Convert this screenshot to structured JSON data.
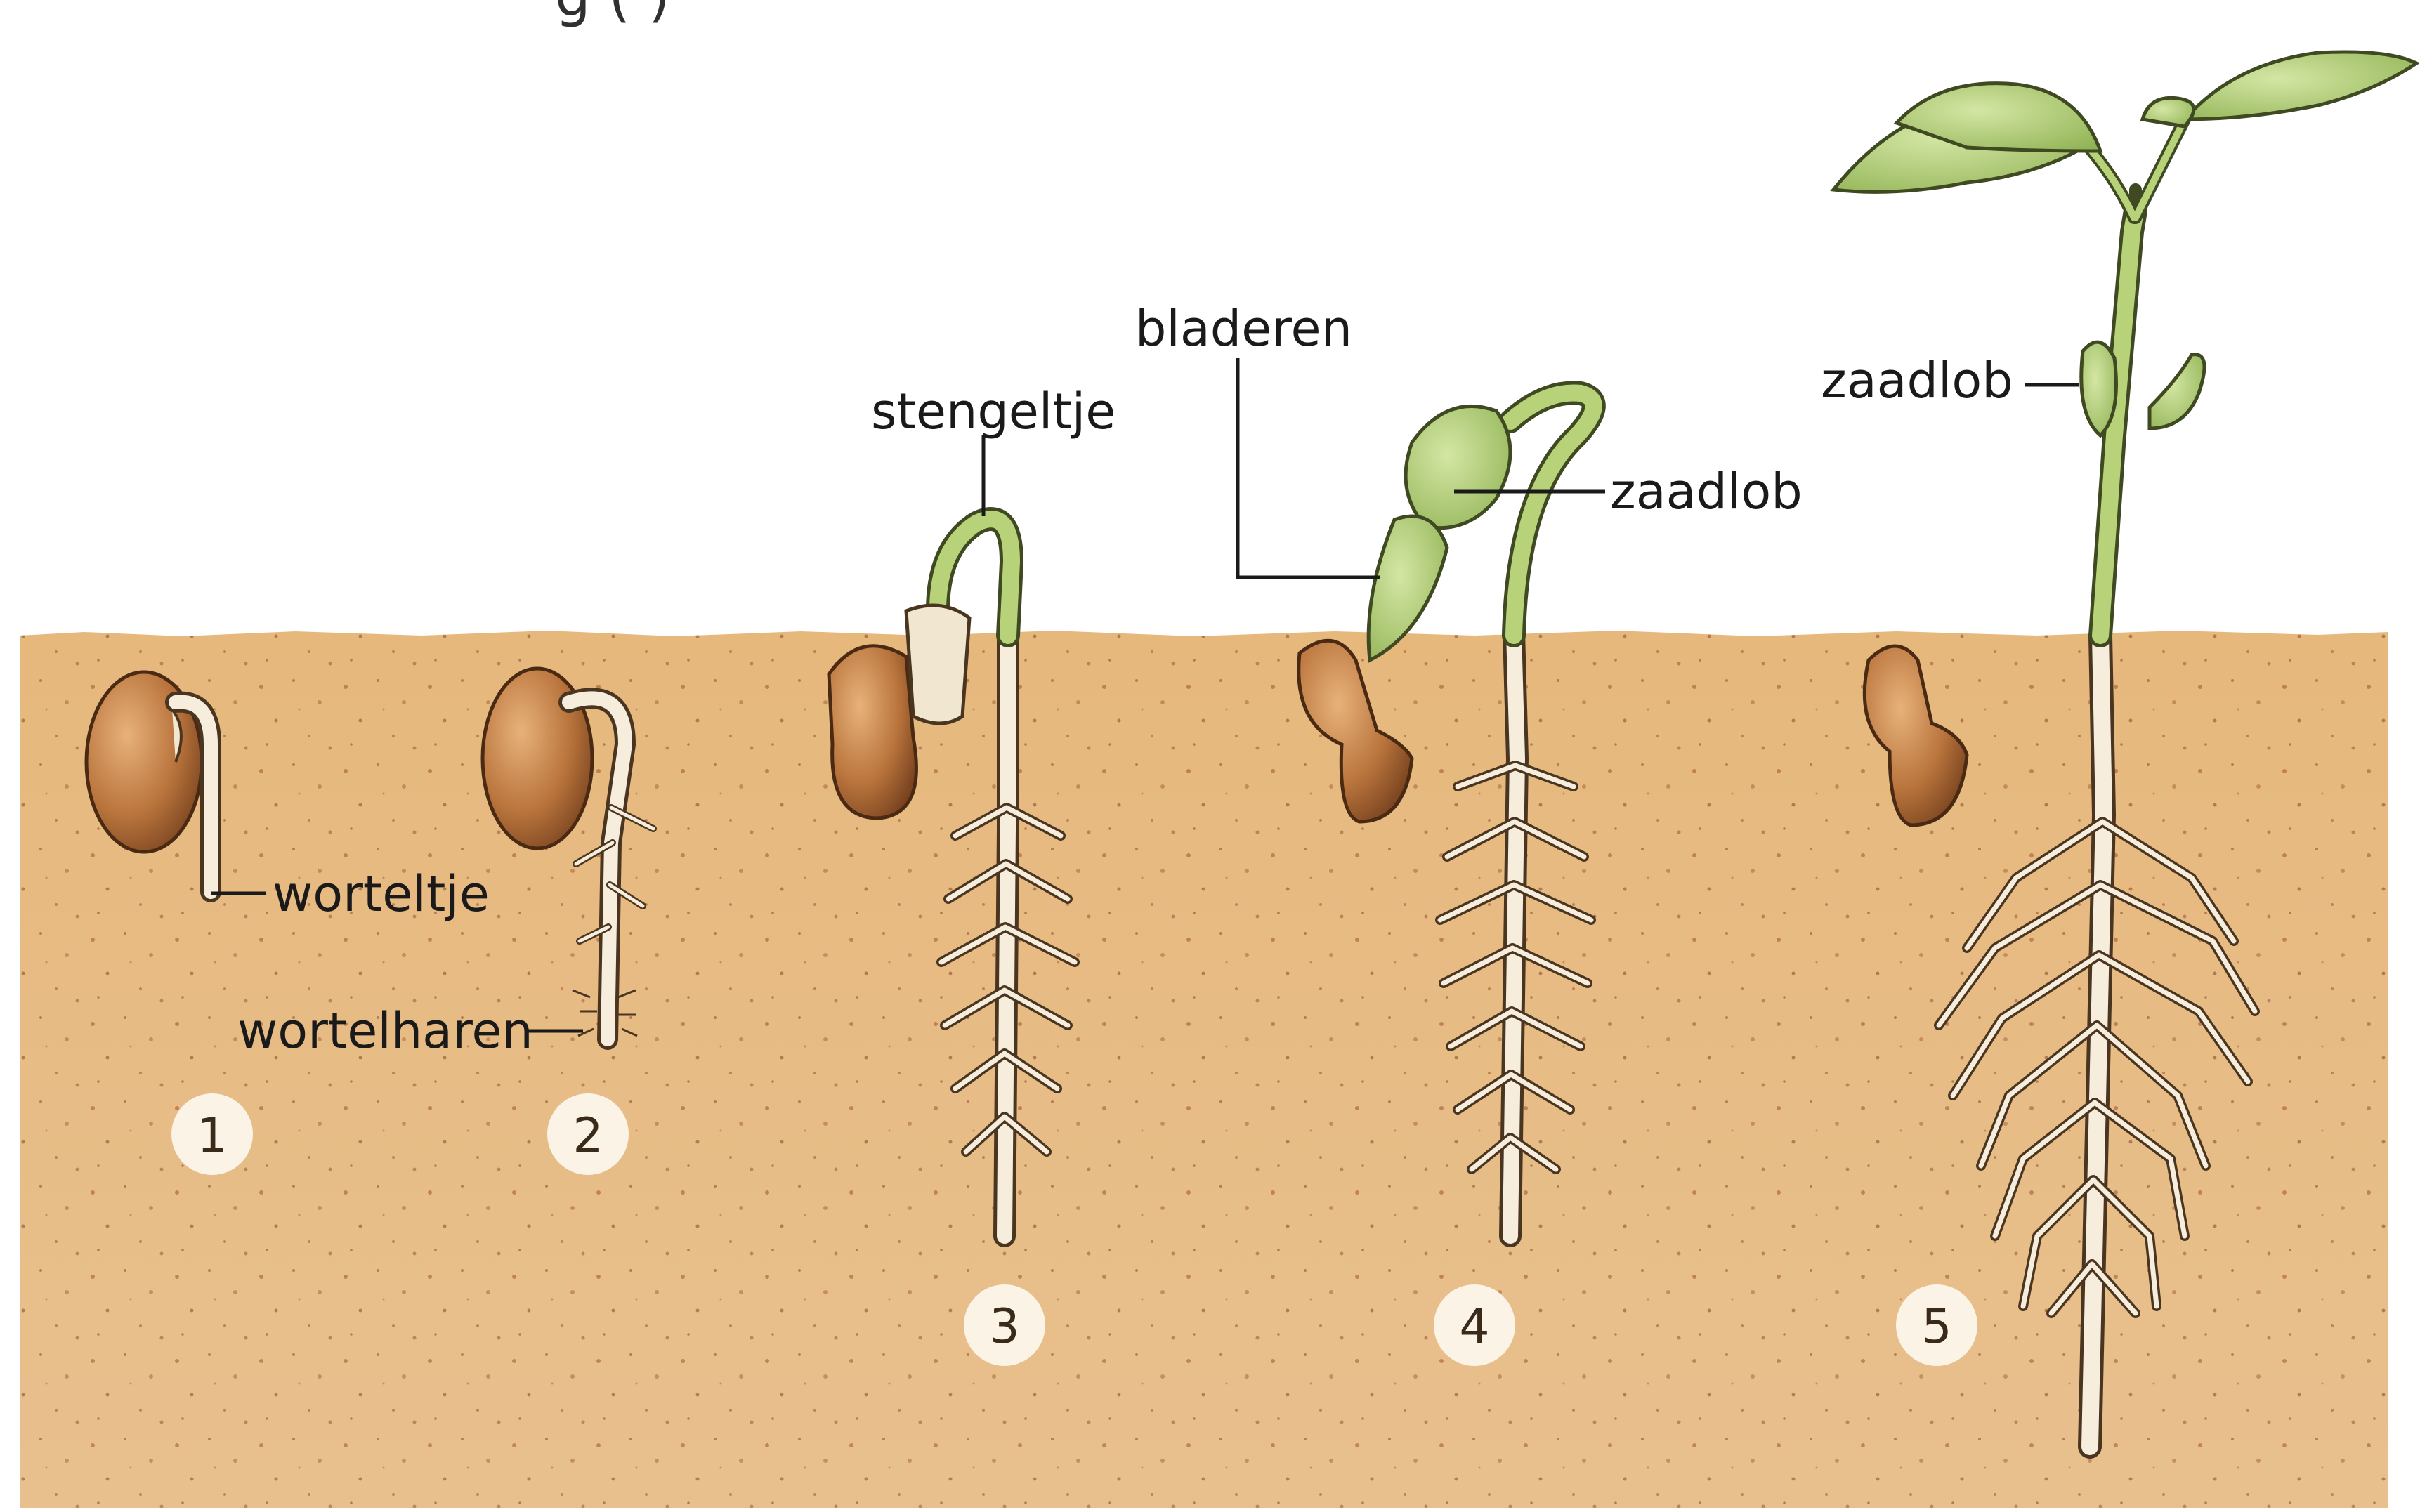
{
  "title_fragment": "g                              (              )",
  "labels": {
    "worteltje": "worteltje",
    "wortelharen": "wortelharen",
    "stengeltje": "stengeltje",
    "bladeren": "bladeren",
    "zaadlob_4": "zaadlob",
    "zaadlob_5": "zaadlob"
  },
  "stage_numbers": [
    "1",
    "2",
    "3",
    "4",
    "5"
  ],
  "colors": {
    "soil": "#e2b47a",
    "seed": "#b8763e",
    "leaf": "#a9c96a",
    "root": "#f6eddc"
  }
}
